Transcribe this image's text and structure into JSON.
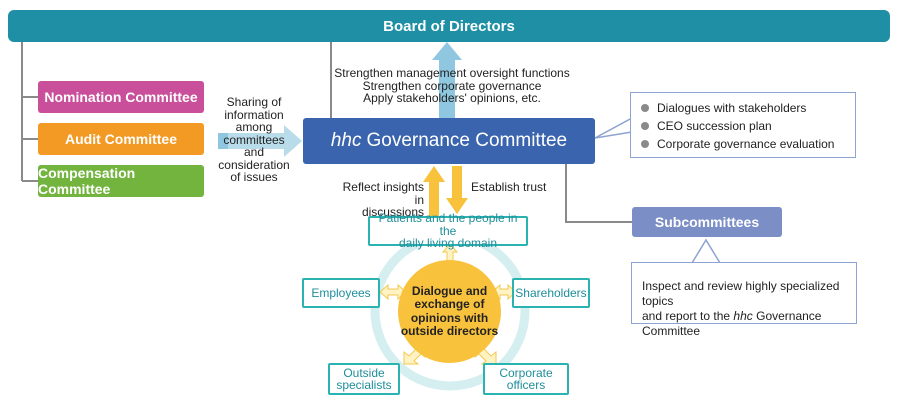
{
  "board": "Board of Directors",
  "committees": {
    "nomination": {
      "label": "Nomination Committee",
      "color": "#c94f9a"
    },
    "audit": {
      "label": "Audit Committee",
      "color": "#f39a24"
    },
    "compensation": {
      "label": "Compensation Committee",
      "color": "#72b43e"
    }
  },
  "sharing_text": [
    "Sharing of",
    "information",
    "among",
    "committees",
    "and",
    "consideration",
    "of issues"
  ],
  "up_text": [
    "Strengthen management oversight functions",
    "Strengthen corporate governance",
    "Apply stakeholders' opinions, etc."
  ],
  "governance": {
    "prefix": "hhc",
    "label": "Governance Committee",
    "color": "#3a64ad"
  },
  "governance_bullets": [
    "Dialogues with stakeholders",
    "CEO succession plan",
    "Corporate governance evaluation"
  ],
  "reflect_text": [
    "Reflect insights in",
    "discussions"
  ],
  "trust_text": "Establish trust",
  "subcommittees": "Subcommittees",
  "sub_desc": {
    "line1": "Inspect and review highly specialized topics",
    "line2_prefix": "and report to the",
    "line2_italic": "hhc",
    "line2_suffix": "Governance Committee"
  },
  "stakeholders": {
    "patients": [
      "Patients and the people in the",
      "daily living domain"
    ],
    "employees": "Employees",
    "shareholders": "Shareholders",
    "specialists": [
      "Outside",
      "specialists"
    ],
    "officers": [
      "Corporate",
      "officers"
    ]
  },
  "hub": [
    "Dialogue and",
    "exchange of",
    "opinions with",
    "outside directors"
  ],
  "colors": {
    "teal": "#1f8fa6",
    "arrow_blue": "#8fc7e0",
    "arrow_yellow": "#f9c23c",
    "ring": "#d5eef0"
  }
}
